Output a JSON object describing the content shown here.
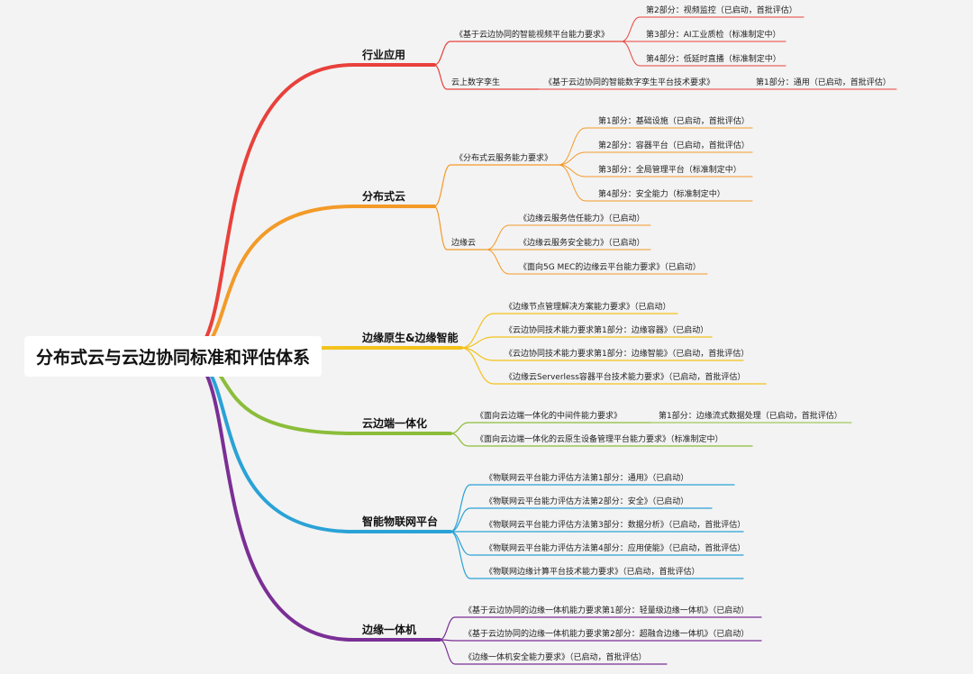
{
  "title": "分布式云与云边协同标准和评估体系",
  "branches": [
    {
      "label": "行业应用",
      "color": "#e8413b",
      "children": [
        {
          "label": "《基于云边协同的智能视频平台能力要求》",
          "children": [
            "第2部分：视频监控（已启动，首批评估）",
            "第3部分：AI工业质检（标准制定中）",
            "第4部分：低延时直播（标准制定中）"
          ]
        },
        {
          "label": "云上数字孪生",
          "chain": [
            "《基于云边协同的智能数字孪生平台技术要求》",
            "第1部分：通用（已启动，首批评估）"
          ]
        }
      ]
    },
    {
      "label": "分布式云",
      "color": "#f39a28",
      "children": [
        {
          "label": "《分布式云服务能力要求》",
          "children": [
            "第1部分：基础设施（已启动，首批评估）",
            "第2部分：容器平台（已启动，首批评估）",
            "第3部分：全局管理平台（标准制定中）",
            "第4部分：安全能力（标准制定中）"
          ]
        },
        {
          "label": "边缘云",
          "children": [
            "《边缘云服务信任能力》（已启动）",
            "《边缘云服务安全能力》（已启动）",
            "《面向5G MEC的边缘云平台能力要求》（已启动）"
          ]
        }
      ]
    },
    {
      "label": "边缘原生&边缘智能",
      "color": "#f3c21b",
      "children": [
        "《边缘节点管理解决方案能力要求》（已启动）",
        "《云边协同技术能力要求第1部分：边缘容器》（已启动）",
        "《云边协同技术能力要求第1部分：边缘智能》（已启动，首批评估）",
        "《边缘云Serverless容器平台技术能力要求》（已启动，首批评估）"
      ]
    },
    {
      "label": "云边端一体化",
      "color": "#8bbd3a",
      "children": [
        {
          "label": "《面向云边端一体化的中间件能力要求》",
          "children": [
            "第1部分：边缘流式数据处理（已启动，首批评估）"
          ]
        },
        "《面向云边端一体化的云原生设备管理平台能力要求》（标准制定中）"
      ]
    },
    {
      "label": "智能物联网平台",
      "color": "#2aa2d6",
      "children": [
        "《物联网云平台能力评估方法第1部分：通用》（已启动）",
        "《物联网云平台能力评估方法第2部分：安全》（已启动）",
        "《物联网云平台能力评估方法第3部分：数据分析》（已启动，首批评估）",
        "《物联网云平台能力评估方法第4部分：应用使能》（已启动，首批评估）",
        "《物联网边缘计算平台技术能力要求》（已启动，首批评估）"
      ]
    },
    {
      "label": "边缘一体机",
      "color": "#7a2f95",
      "children": [
        "《基于云边协同的边缘一体机能力要求第1部分：轻量级边缘一体机》（已启动）",
        "《基于云边协同的边缘一体机能力要求第2部分：超融合边缘一体机》（已启动）",
        "《边缘一体机安全能力要求》（已启动，首批评估）"
      ]
    }
  ]
}
